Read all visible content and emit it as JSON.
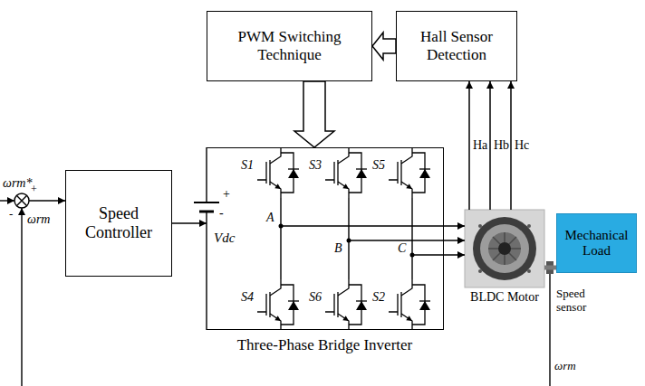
{
  "diagram": {
    "nodes": [
      {
        "text": [
          "PWM Switching Technique"
        ]
      },
      {
        "text": [
          "Hall Sensor Detection"
        ]
      },
      {
        "text": [
          "Speed Controller"
        ]
      },
      {
        "text": [
          "Three-Phase Bridge Inverter"
        ]
      },
      {
        "text": [
          "BLDC Motor"
        ]
      },
      {
        "text": [
          "Mechanical Load"
        ]
      }
    ],
    "edges": [
      {
        "from": 0,
        "to": 3,
        "arrow": "to"
      },
      {
        "from": 1,
        "to": 0,
        "arrow": "to"
      },
      {
        "from": 2,
        "to": 3,
        "arrow": "to"
      },
      {
        "from": 4,
        "to": 1,
        "label": "Ha",
        "arrow": "to"
      },
      {
        "from": 4,
        "to": 1,
        "label": "Hb",
        "arrow": "to"
      },
      {
        "from": 4,
        "to": 1,
        "label": "Hc",
        "arrow": "to"
      },
      {
        "from": 3,
        "to": 4,
        "arrow": "to"
      },
      {
        "from": 3,
        "to": 4,
        "arrow": "to"
      },
      {
        "from": 3,
        "to": 4,
        "arrow": "to"
      },
      {
        "from": 4,
        "to": 5,
        "arrow": "none"
      }
    ],
    "labels": [
      "ωrm*",
      "+",
      "-",
      "ωrm",
      "Vdc",
      "+",
      "-",
      "S1",
      "S3",
      "S5",
      "S4",
      "S6",
      "S2",
      "A",
      "B",
      "C",
      "Speed sensor",
      "ωrm"
    ]
  }
}
